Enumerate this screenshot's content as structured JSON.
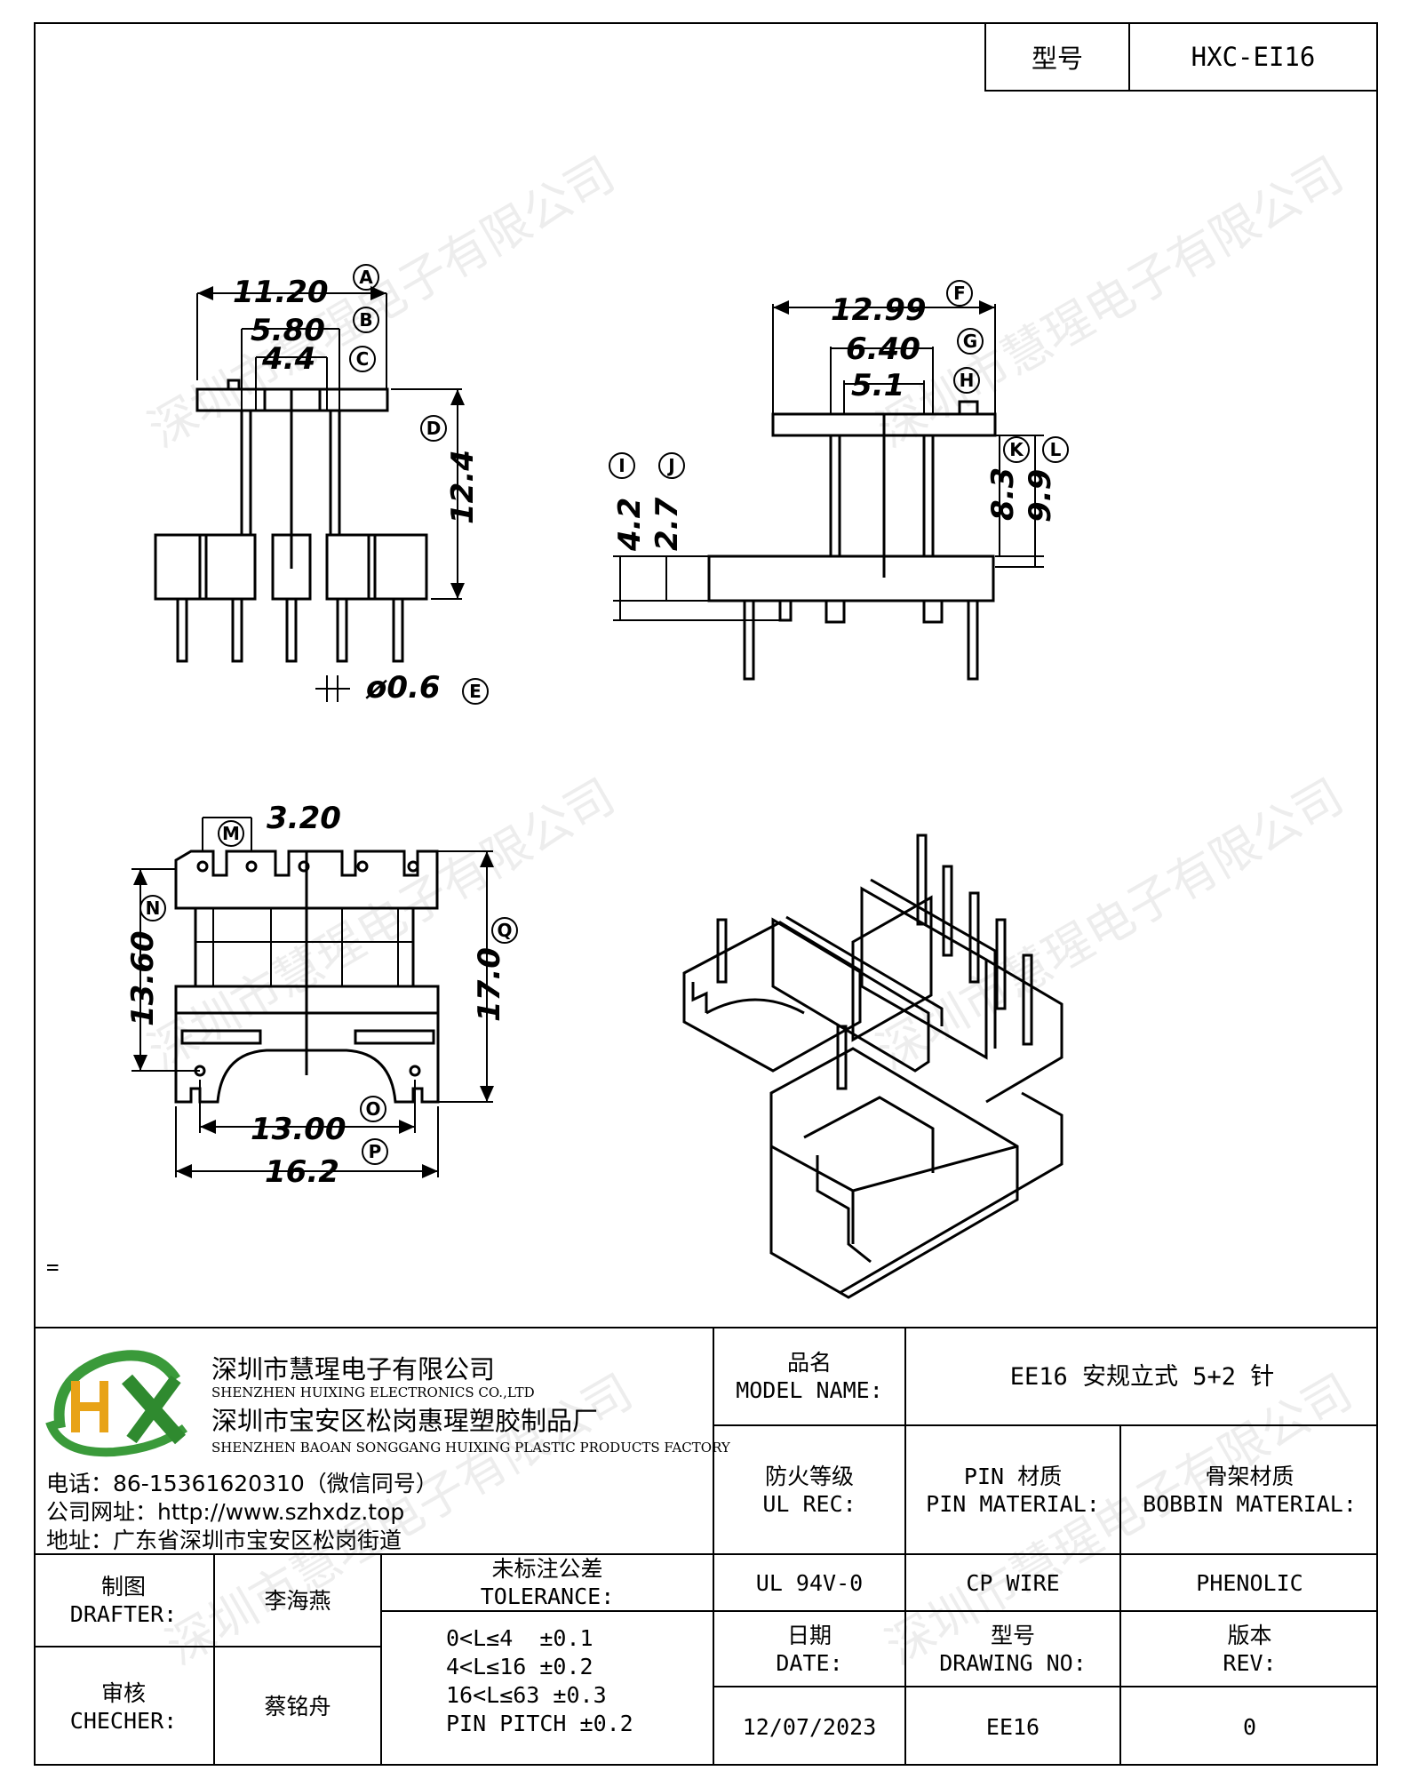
{
  "header": {
    "model_label": "型号",
    "model_value": "HXC-EI16"
  },
  "drawing": {
    "dims": {
      "A": "11.20",
      "B": "5.80",
      "C": "4.4",
      "D": "12.4",
      "E": "ø0.6",
      "F": "12.99",
      "G": "6.40",
      "H": "5.1",
      "I": "4.2",
      "J": "2.7",
      "K": "8.3",
      "L": "9.9",
      "M": "3.20",
      "N": "13.60",
      "O": "13.00",
      "P": "16.2",
      "Q": "17.0"
    },
    "labels": [
      "A",
      "B",
      "C",
      "D",
      "E",
      "F",
      "G",
      "H",
      "I",
      "J",
      "K",
      "L",
      "M",
      "N",
      "O",
      "P",
      "Q"
    ]
  },
  "watermark": "深圳市慧瑆电子有限公司",
  "note_mark": "=",
  "company": {
    "name_cn": "深圳市慧瑆电子有限公司",
    "name_en": "SHENZHEN HUIXING ELECTRONICS CO.,LTD",
    "factory_cn": "深圳市宝安区松岗惠瑆塑胶制品厂",
    "factory_en": "SHENZHEN BAOAN SONGGANG HUIXING PLASTIC PRODUCTS FACTORY",
    "logo_text": "HX",
    "phone": "电话：86-15361620310（微信同号）",
    "website": "公司网址：http://www.szhxdz.top",
    "address": "地址：广东省深圳市宝安区松岗街道"
  },
  "title_block": {
    "model_name_cn": "品名",
    "model_name_en": "MODEL NAME:",
    "model_name_value": "EE16 安规立式 5+2 针",
    "fire_cn": "防火等级",
    "fire_en": "UL REC:",
    "pin_mat_cn": "PIN 材质",
    "pin_mat_en": "PIN MATERIAL:",
    "bobbin_cn": "骨架材质",
    "bobbin_en": "BOBBIN MATERIAL:",
    "fire_value": "UL 94V-0",
    "pin_value": "CP WIRE",
    "bobbin_value": "PHENOLIC",
    "drafter_cn": "制图",
    "drafter_en": "DRAFTER:",
    "drafter_name": "李海燕",
    "checker_cn": "审核",
    "checker_en": "CHECHER:",
    "checker_name": "蔡铭舟",
    "tol_cn": "未标注公差",
    "tol_en": "TOLERANCE:",
    "tolerances": [
      "0<L≤4  ±0.1",
      "4<L≤16 ±0.2",
      "16<L≤63 ±0.3",
      "PIN PITCH ±0.2"
    ],
    "date_cn": "日期",
    "date_en": "DATE:",
    "drawing_no_cn": "型号",
    "drawing_no_en": "DRAWING NO:",
    "rev_cn": "版本",
    "rev_en": "REV:",
    "date_value": "12/07/2023",
    "drawing_no_value": "EE16",
    "rev_value": "0"
  }
}
